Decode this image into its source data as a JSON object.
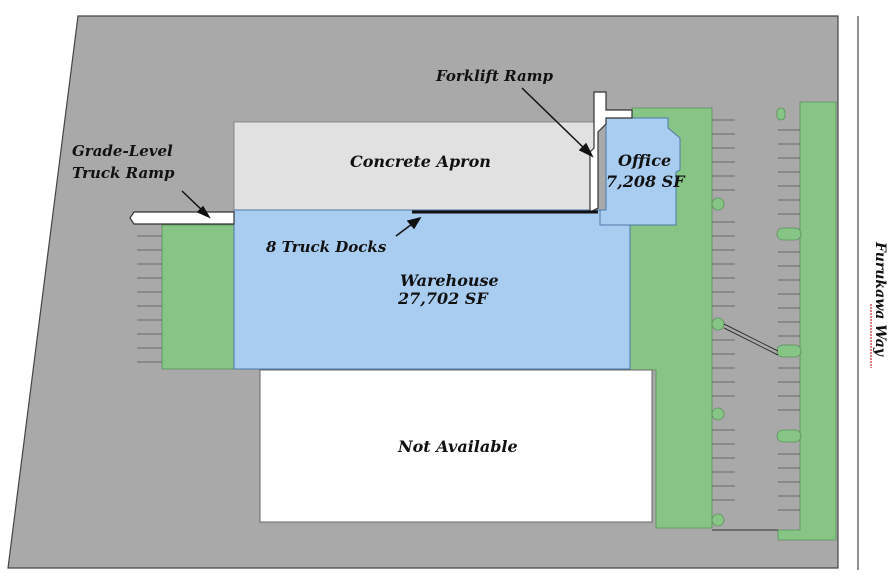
{
  "site_plan": {
    "street": "Furukawa Way",
    "areas": {
      "concrete_apron": "Concrete Apron",
      "office": {
        "name": "Office",
        "size": "7,208 SF"
      },
      "warehouse": {
        "name": "Warehouse",
        "size": "27,702 SF"
      },
      "not_available": "Not Available"
    },
    "callouts": {
      "forklift_ramp": "Forklift Ramp",
      "grade_level_line1": "Grade-Level",
      "grade_level_line2": "Truck Ramp",
      "truck_docks": "8 Truck Docks"
    },
    "colors": {
      "lot": "#a9a9a9",
      "apron": "#e1e1e1",
      "building": "#a9cdf0",
      "landscape": "#86c585",
      "not_available": "#ffffff",
      "street_underline": "#c62828"
    }
  }
}
